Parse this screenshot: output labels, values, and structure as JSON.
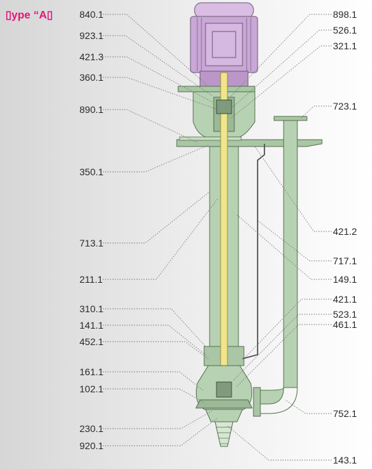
{
  "title": "▯ype “A▯",
  "colors": {
    "motor": "#c9a7d6",
    "body": "#b7d2b3",
    "body_dark": "#7f9a7c",
    "shaft": "#f0e58c",
    "title": "#e8147a"
  },
  "labels_left": [
    {
      "id": "840",
      "text": "840.1"
    },
    {
      "id": "923",
      "text": "923.1"
    },
    {
      "id": "421_3",
      "text": "421.3"
    },
    {
      "id": "360",
      "text": "360.1"
    },
    {
      "id": "890",
      "text": "890.1"
    },
    {
      "id": "350",
      "text": "350.1"
    },
    {
      "id": "713",
      "text": "713.1"
    },
    {
      "id": "211",
      "text": "211.1"
    },
    {
      "id": "310",
      "text": "310.1"
    },
    {
      "id": "141",
      "text": "141.1"
    },
    {
      "id": "452",
      "text": "452.1"
    },
    {
      "id": "161",
      "text": "161.1"
    },
    {
      "id": "102",
      "text": "102.1"
    },
    {
      "id": "230",
      "text": "230.1"
    },
    {
      "id": "920",
      "text": "920.1"
    }
  ],
  "labels_right": [
    {
      "id": "898",
      "text": "898.1"
    },
    {
      "id": "526",
      "text": "526.1"
    },
    {
      "id": "321",
      "text": "321.1"
    },
    {
      "id": "723",
      "text": "723.1"
    },
    {
      "id": "421_2",
      "text": "421.2"
    },
    {
      "id": "717",
      "text": "717.1"
    },
    {
      "id": "149",
      "text": "149.1"
    },
    {
      "id": "421_1",
      "text": "421.1"
    },
    {
      "id": "523",
      "text": "523.1"
    },
    {
      "id": "461",
      "text": "461.1"
    },
    {
      "id": "752",
      "text": "752.1"
    },
    {
      "id": "143",
      "text": "143.1"
    }
  ]
}
